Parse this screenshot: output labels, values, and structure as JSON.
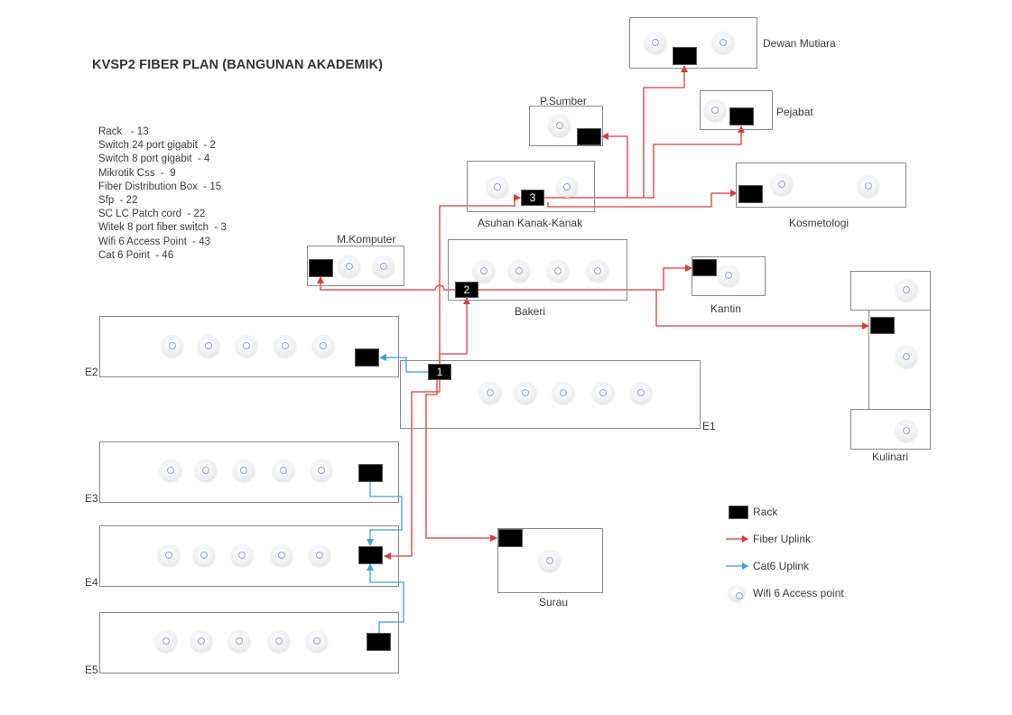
{
  "title": "KVSP2 FIBER PLAN (BANGUNAN AKADEMIK)",
  "bill_of_materials": [
    {
      "item": "Rack",
      "qty": "13",
      "text": "Rack   - 13"
    },
    {
      "item": "Switch 24 port gigabit",
      "qty": "2",
      "text": "Switch 24 port gigabit  - 2"
    },
    {
      "item": "Switch 8 port gigabit",
      "qty": "4",
      "text": "Switch 8 port gigabit  - 4"
    },
    {
      "item": "Mikrotik Css",
      "qty": "9",
      "text": "Mikrotik Css  -  9"
    },
    {
      "item": "Fiber Distribution Box",
      "qty": "15",
      "text": "Fiber Distribution Box  - 15"
    },
    {
      "item": "Sfp",
      "qty": "22",
      "text": "Sfp  - 22"
    },
    {
      "item": "SC LC Patch cord",
      "qty": "22",
      "text": "SC LC Patch cord  - 22"
    },
    {
      "item": "Witek 8 port fiber switch",
      "qty": "3",
      "text": "Witek 8 port fiber switch  - 3"
    },
    {
      "item": "Wifi 6 Access Point",
      "qty": "43",
      "text": "Wifi 6 Access Point  - 43"
    },
    {
      "item": "Cat 6 Point",
      "qty": "46",
      "text": "Cat 6 Point  - 46"
    }
  ],
  "buildings": {
    "dewan_mutiara": {
      "label": "Dewan Mutiara",
      "access_points": 2
    },
    "pejabat": {
      "label": "Pejabat",
      "access_points": 1
    },
    "p_sumber": {
      "label": "P.Sumber",
      "access_points": 1
    },
    "asuhan": {
      "label": "Asuhan Kanak-Kanak",
      "access_points": 2,
      "rack_number": "3"
    },
    "kosmetologi": {
      "label": "Kosmetologi",
      "access_points": 2
    },
    "m_komputer": {
      "label": "M.Komputer",
      "access_points": 2
    },
    "bakeri": {
      "label": "Bakeri",
      "access_points": 4,
      "rack_number": "2"
    },
    "kantin": {
      "label": "Kantin",
      "access_points": 1
    },
    "kulinari": {
      "label": "Kulinari",
      "access_points": 3
    },
    "e1": {
      "label": "E1",
      "access_points": 5,
      "rack_number": "1"
    },
    "e2": {
      "label": "E2",
      "access_points": 5
    },
    "e3": {
      "label": "E3",
      "access_points": 5
    },
    "e4": {
      "label": "E4",
      "access_points": 5
    },
    "e5": {
      "label": "E5",
      "access_points": 5
    },
    "surau": {
      "label": "Surau",
      "access_points": 1
    }
  },
  "links": {
    "fiber": [
      [
        "Rack 1 (E1)",
        "Rack 2 (Bakeri)"
      ],
      [
        "Rack 1 (E1)",
        "Rack 3 (Asuhan Kanak-Kanak)"
      ],
      [
        "Rack 1 (E1)",
        "E4"
      ],
      [
        "Rack 1 (E1)",
        "Surau"
      ],
      [
        "Rack 2 (Bakeri)",
        "M.Komputer"
      ],
      [
        "Rack 2 (Bakeri)",
        "Kantin"
      ],
      [
        "Rack 2 (Bakeri)",
        "Kulinari"
      ],
      [
        "Rack 3 (Asuhan Kanak-Kanak)",
        "P.Sumber"
      ],
      [
        "Rack 3 (Asuhan Kanak-Kanak)",
        "Dewan Mutiara"
      ],
      [
        "Rack 3 (Asuhan Kanak-Kanak)",
        "Pejabat"
      ],
      [
        "Rack 3 (Asuhan Kanak-Kanak)",
        "Kosmetologi"
      ]
    ],
    "cat6": [
      [
        "Rack 1 (E1)",
        "E2"
      ],
      [
        "E3",
        "E4"
      ],
      [
        "E5",
        "E4"
      ]
    ]
  },
  "legend": {
    "rack": "Rack",
    "fiber": "Fiber Uplink",
    "cat6": "Cat6 Uplink",
    "ap": "Wifi 6 Access point"
  },
  "colors": {
    "fiber": "#e0393e",
    "cat6": "#3aa6d6",
    "rack": "#000000",
    "building_border": "#8a8a8a"
  }
}
